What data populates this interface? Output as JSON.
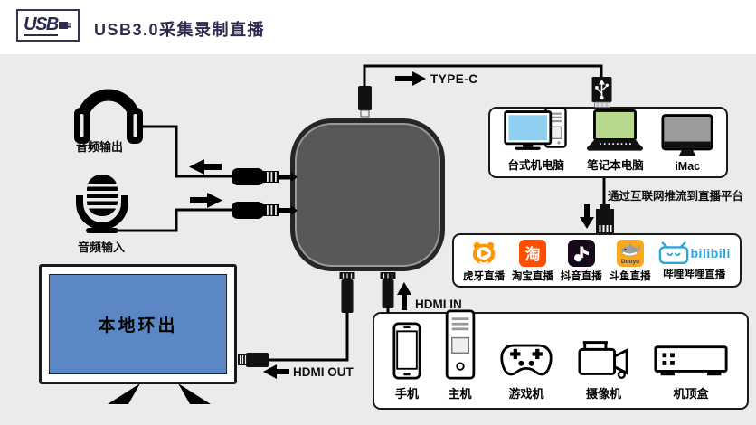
{
  "header": {
    "logo_text": "USB",
    "title": "USB3.0采集录制直播"
  },
  "connections": {
    "type_c_label": "TYPE-C",
    "hdmi_in_label": "HDMI IN",
    "hdmi_out_label": "HDMI OUT",
    "audio_out_label": "音频输出",
    "audio_in_label": "音频输入",
    "push_stream_label": "通过互联网推流到直播平台"
  },
  "tv": {
    "screen_label": "本地环出"
  },
  "computers": {
    "items": [
      {
        "label": "台式机电脑"
      },
      {
        "label": "笔记本电脑"
      },
      {
        "label": "iMac"
      }
    ]
  },
  "platforms": {
    "items": [
      {
        "label": "虎牙直播"
      },
      {
        "label": "淘宝直播",
        "icon_glyph": "淘"
      },
      {
        "label": "抖音直播"
      },
      {
        "label": "斗鱼直播",
        "icon_text": "Douyu"
      },
      {
        "label": "哔哩哔哩直播",
        "brand_text": "bilibili"
      }
    ]
  },
  "sources": {
    "items": [
      {
        "label": "手机"
      },
      {
        "label": "主机"
      },
      {
        "label": "游戏机"
      },
      {
        "label": "摄像机"
      },
      {
        "label": "机顶盒"
      }
    ]
  },
  "colors": {
    "background": "#ebebeb",
    "header_bg": "#ffffff",
    "brand_navy": "#2c2c4e",
    "device_body": "#58585a",
    "tv_screen": "#5b87c5",
    "desktop_screen": "#8fd0f0",
    "laptop_screen": "#b8d98d",
    "imac_screen": "#9b9b9b",
    "huya_orange": "#ff9600",
    "taobao_orange": "#ff4e00",
    "douyin_black": "#16091c",
    "douyu_yellow": "#f8a81e",
    "bilibili_blue": "#29a7dd"
  }
}
